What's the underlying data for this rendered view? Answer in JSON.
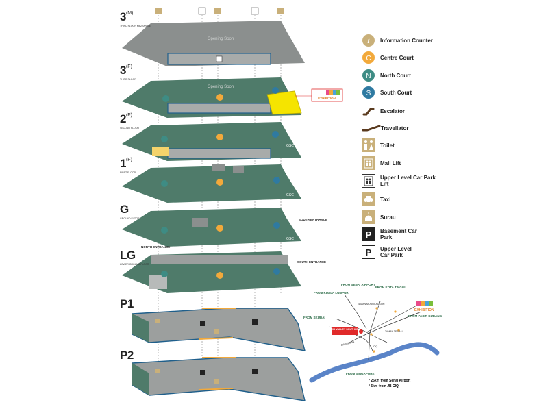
{
  "floors": [
    {
      "id": "3m",
      "label": "3",
      "suffix": "(M)",
      "sub": "THIRD FLOOR MEZZANINE"
    },
    {
      "id": "3f",
      "label": "3",
      "suffix": "(F)",
      "sub": "THIRD FLOOR"
    },
    {
      "id": "2f",
      "label": "2",
      "suffix": "(F)",
      "sub": "SECOND FLOOR"
    },
    {
      "id": "1f",
      "label": "1",
      "suffix": "(F)",
      "sub": "FIRST FLOOR"
    },
    {
      "id": "g",
      "label": "G",
      "suffix": "",
      "sub": "GROUND FLOOR"
    },
    {
      "id": "lg",
      "label": "LG",
      "suffix": "",
      "sub": "LOWER GROUND FLOOR"
    },
    {
      "id": "p1",
      "label": "P1",
      "suffix": "",
      "sub": ""
    },
    {
      "id": "p2",
      "label": "P2",
      "suffix": "",
      "sub": ""
    }
  ],
  "map_labels": {
    "opening_soon_m": "Opening Soon",
    "opening_soon_f": "Opening Soon",
    "south_entrance_g": "SOUTH ENTRANCE",
    "north_entrance": "NORTH ENTRANCE",
    "south_entrance_lg": "SOUTH ENTRANCE",
    "brand": "GSC",
    "exhibition_name": "EXHIBITION"
  },
  "legend": [
    {
      "name": "information-counter",
      "label": "Information Counter",
      "icon": "info-icon",
      "color": "#c9b07a"
    },
    {
      "name": "centre-court",
      "label": "Centre Court",
      "icon": "centre-court-icon",
      "letter": "C",
      "color": "#f2a93b"
    },
    {
      "name": "north-court",
      "label": "North Court",
      "icon": "north-court-icon",
      "letter": "N",
      "color": "#3e8c84"
    },
    {
      "name": "south-court",
      "label": "South Court",
      "icon": "south-court-icon",
      "letter": "S",
      "color": "#2f7aa1"
    },
    {
      "name": "escalator",
      "label": "Escalator",
      "icon": "escalator-icon",
      "color": "#5a3a1e"
    },
    {
      "name": "travellator",
      "label": "Travellator",
      "icon": "travellator-icon",
      "color": "#5a3a1e"
    },
    {
      "name": "toilet",
      "label": "Toilet",
      "icon": "toilet-icon",
      "color": "#c9b07a"
    },
    {
      "name": "mall-lift",
      "label": "Mall Lift",
      "icon": "mall-lift-icon",
      "color": "#c9b07a"
    },
    {
      "name": "upper-lift",
      "label": "Upper Level Car Park Lift",
      "icon": "car-park-lift-icon",
      "color": "#ffffff"
    },
    {
      "name": "taxi",
      "label": "Taxi",
      "icon": "taxi-icon",
      "color": "#c9b07a"
    },
    {
      "name": "surau",
      "label": "Surau",
      "icon": "surau-icon",
      "color": "#c9b07a"
    },
    {
      "name": "basement-park",
      "label": "Basement Car Park",
      "icon": "basement-car-park-icon",
      "letter": "P",
      "color": "#222222"
    },
    {
      "name": "upper-park",
      "label": "Upper Level Car Park",
      "icon": "upper-car-park-icon",
      "letter": "P",
      "color": "#ffffff"
    }
  ],
  "location_map": {
    "from_senai": "FROM SENAI AIRPORT",
    "from_kl": "FROM KUALA LUMPUR",
    "from_kota_tinggi": "FROM KOTA TINGGI",
    "from_skudai": "FROM SKUDAI",
    "from_pasir_gudang": "FROM PASIR GUDANG",
    "from_singapore": "FROM SINGAPORE",
    "place_taman_mount_austin": "TAMAN MOUNT AUSTIN",
    "place_tebrau": "TAMAN TEBRAU",
    "place_mid_valley": "MID VALLEY SOUTHKEY",
    "place_ciq": "CIQ",
    "road_skudai": "Jalan Skudai",
    "note_1": "* 25km from Senai Airport",
    "note_2": "* 6km from JB CIQ"
  },
  "colors": {
    "floor_green": "#4f7b6a",
    "floor_grey": "#8b8f8e",
    "parking_grey": "#9c9f9e",
    "edge_blue": "#1f5f8b",
    "accent_orange": "#f2a93b",
    "highlight_yellow": "#f5e400",
    "water_blue": "#5a84c8",
    "marker_red": "#e02a2a"
  }
}
